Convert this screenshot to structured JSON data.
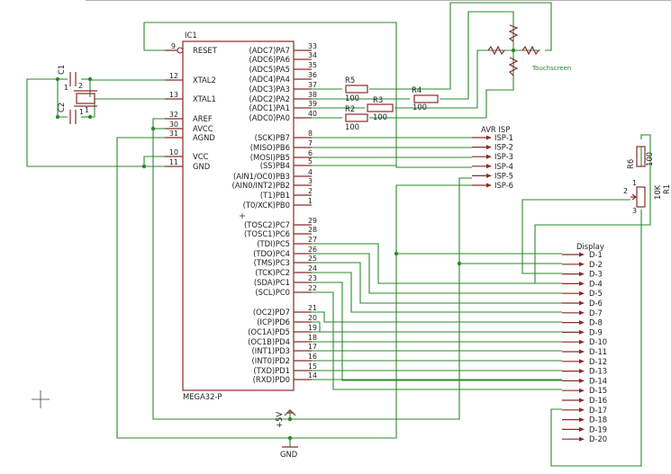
{
  "ic": {
    "name": "IC1",
    "part": "MEGA32-P",
    "left_pins": [
      {
        "num": "9",
        "name": "RESET"
      },
      {
        "num": "12",
        "name": "XTAL2"
      },
      {
        "num": "13",
        "name": "XTAL1"
      },
      {
        "num": "32",
        "name": "AREF"
      },
      {
        "num": "30",
        "name": "AVCC"
      },
      {
        "num": "31",
        "name": "AGND"
      },
      {
        "num": "10",
        "name": "VCC"
      },
      {
        "num": "11",
        "name": "GND"
      }
    ],
    "right_pins": [
      {
        "num": "33",
        "name": "(ADC7)PA7"
      },
      {
        "num": "34",
        "name": "(ADC6)PA6"
      },
      {
        "num": "35",
        "name": "(ADC5)PA5"
      },
      {
        "num": "36",
        "name": "(ADC4)PA4"
      },
      {
        "num": "37",
        "name": "(ADC3)PA3"
      },
      {
        "num": "38",
        "name": "(ADC2)PA2"
      },
      {
        "num": "39",
        "name": "(ADC1)PA1"
      },
      {
        "num": "40",
        "name": "(ADC0)PA0"
      },
      {
        "num": "8",
        "name": "(SCK)PB7"
      },
      {
        "num": "7",
        "name": "(MISO)PB6"
      },
      {
        "num": "6",
        "name": "(MOSI)PB5"
      },
      {
        "num": "5",
        "name": "(SS)PB4"
      },
      {
        "num": "4",
        "name": "(AIN1/OC0)PB3"
      },
      {
        "num": "3",
        "name": "(AIN0/INT2)PB2"
      },
      {
        "num": "2",
        "name": "(T1)PB1"
      },
      {
        "num": "1",
        "name": "(T0/XCK)PB0"
      },
      {
        "num": "29",
        "name": "(TOSC2)PC7"
      },
      {
        "num": "28",
        "name": "(TOSC1)PC6"
      },
      {
        "num": "27",
        "name": "(TDI)PC5"
      },
      {
        "num": "26",
        "name": "(TDO)PC4"
      },
      {
        "num": "25",
        "name": "(TMS)PC3"
      },
      {
        "num": "24",
        "name": "(TCK)PC2"
      },
      {
        "num": "23",
        "name": "(SDA)PC1"
      },
      {
        "num": "22",
        "name": "(SCL)PC0"
      },
      {
        "num": "21",
        "name": "(OC2)PD7"
      },
      {
        "num": "20",
        "name": "(ICP)PD6"
      },
      {
        "num": "19",
        "name": "(OC1A)PD5"
      },
      {
        "num": "18",
        "name": "(OC1B)PD4"
      },
      {
        "num": "17",
        "name": "(INT1)PD3"
      },
      {
        "num": "16",
        "name": "(INT0)PD2"
      },
      {
        "num": "15",
        "name": "(TXD)PD1"
      },
      {
        "num": "14",
        "name": "(RXD)PD0"
      }
    ]
  },
  "isp": {
    "title": "AVR ISP",
    "pins": [
      "ISP-1",
      "ISP-2",
      "ISP-3",
      "ISP-4",
      "ISP-5",
      "ISP-6"
    ]
  },
  "display": {
    "title": "Display",
    "pins": [
      "D-1",
      "D-2",
      "D-3",
      "D-4",
      "D-5",
      "D-6",
      "D-7",
      "D-8",
      "D-9",
      "D-10",
      "D-11",
      "D-12",
      "D-13",
      "D-14",
      "D-15",
      "D-16",
      "D-17",
      "D-18",
      "D-19",
      "D-20"
    ]
  },
  "resistors": {
    "r5": {
      "name": "R5",
      "value": "100"
    },
    "r3": {
      "name": "R3",
      "value": "100"
    },
    "r4": {
      "name": "R4",
      "value": "100"
    },
    "r2": {
      "name": "R2",
      "value": "100"
    },
    "r6": {
      "name": "R6",
      "value": "100"
    },
    "r1": {
      "name": "R1",
      "value": "10K",
      "pin2": "2",
      "pin3": "3",
      "pin1": "1"
    }
  },
  "capacitors": {
    "c1": "C1",
    "c2": "C2",
    "pin1": "1",
    "pin2": "2"
  },
  "power": {
    "vcc": "+5V",
    "gnd": "GND"
  },
  "touchscreen": {
    "label": "Touchscreen"
  }
}
